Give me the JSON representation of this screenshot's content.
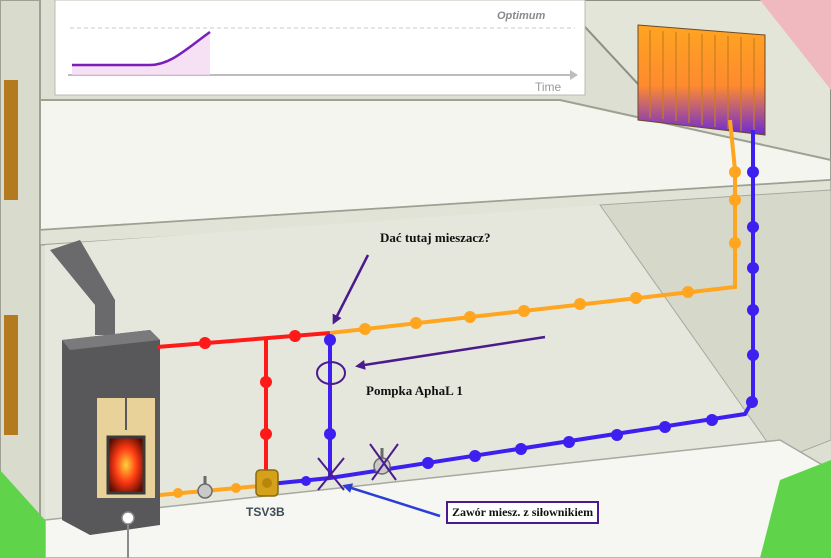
{
  "chart_inset": {
    "optimum_label": "Optimum",
    "time_label": "Time"
  },
  "annotations": {
    "mixer_question": "Dać tutaj mieszacz?",
    "pump_label": "Pompka AphaL 1",
    "valve_label": "Zawór miesz. z siłownikiem",
    "valve_model": "TSV3B"
  },
  "colors": {
    "hot_pipe": "#ff1a1a",
    "warm_pipe": "#ffa51f",
    "cold_pipe": "#3d1ff0",
    "annotation_arrow": "#4b1a8c",
    "wall": "#dcdfd1",
    "lawn": "#5fd44a",
    "stove": "#58585a"
  }
}
